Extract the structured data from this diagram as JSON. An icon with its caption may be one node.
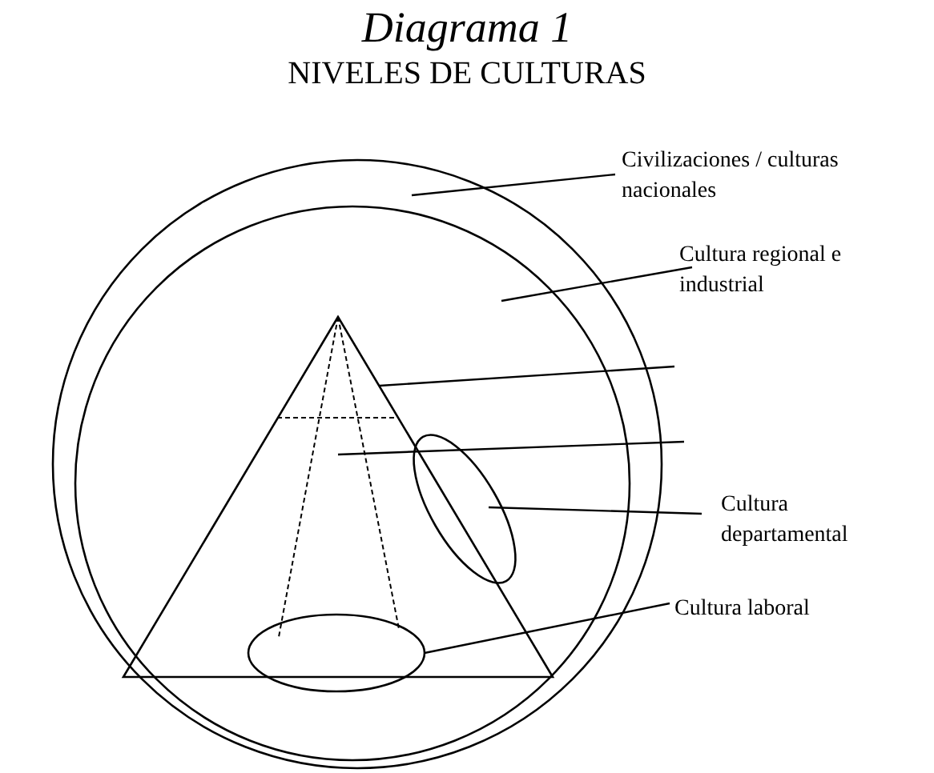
{
  "diagram": {
    "title": "Diagrama 1",
    "nodes": [
      {
        "text": [
          "Civilizaciones / culturas nacionales"
        ]
      },
      {
        "text": [
          "Cultura regional e industrial"
        ]
      },
      {
        "text": [
          "Cultura departamental"
        ]
      },
      {
        "text": [
          "Cultura laboral"
        ]
      },
      {
        "text": [],
        "shape": "circle"
      },
      {
        "text": [],
        "shape": "circle",
        "in": 4
      },
      {
        "text": [],
        "shape": "triangle",
        "in": 5
      },
      {
        "text": [],
        "shape": "ellipse",
        "in": 5
      },
      {
        "text": [],
        "shape": "ellipse",
        "in": 5
      }
    ],
    "edges": [
      {
        "from": 0,
        "to": 4,
        "arrow": "none"
      },
      {
        "from": 1,
        "to": 5,
        "arrow": "none"
      },
      {
        "from": null,
        "to": 6,
        "arrow": "none"
      },
      {
        "from": null,
        "to": 6,
        "arrow": "none"
      },
      {
        "from": 2,
        "to": 7,
        "arrow": "none"
      },
      {
        "from": 3,
        "to": 8,
        "arrow": "none"
      }
    ],
    "labels": [
      "NIVELES DE CULTURAS"
    ]
  }
}
